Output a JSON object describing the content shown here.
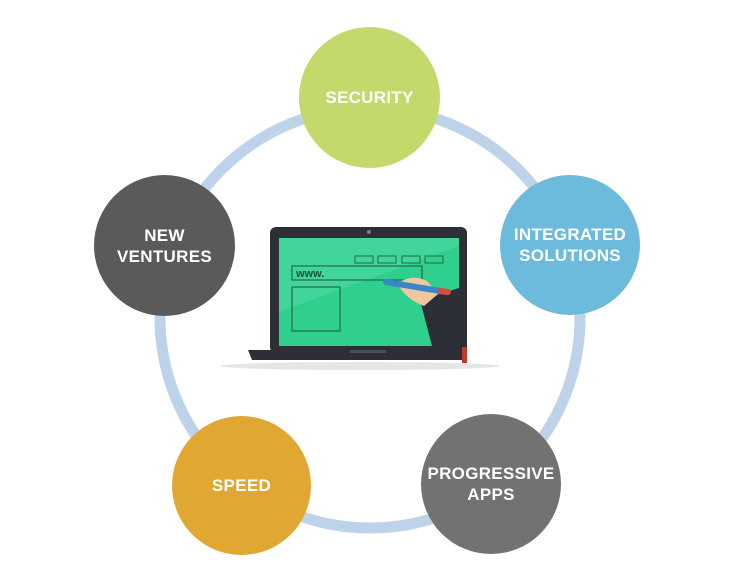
{
  "diagram": {
    "nodes": [
      {
        "id": "security",
        "lines": [
          "SECURITY"
        ],
        "color": "#c3d96b"
      },
      {
        "id": "integrated-solutions",
        "lines": [
          "INTEGRATED",
          "SOLUTIONS"
        ],
        "color": "#6dbbdc"
      },
      {
        "id": "progressive-apps",
        "lines": [
          "PROGRESSIVE",
          "APPS"
        ],
        "color": "#727272"
      },
      {
        "id": "speed",
        "lines": [
          "SPEED"
        ],
        "color": "#e0a832"
      },
      {
        "id": "new-ventures",
        "lines": [
          "NEW",
          "VENTURES"
        ],
        "color": "#5a5a5a"
      }
    ],
    "ring_color": "#bdd3ea",
    "center_illustration": {
      "description_icon": "laptop-icon",
      "browser_text": "www.",
      "screen_color": "#2fcf8e"
    }
  }
}
